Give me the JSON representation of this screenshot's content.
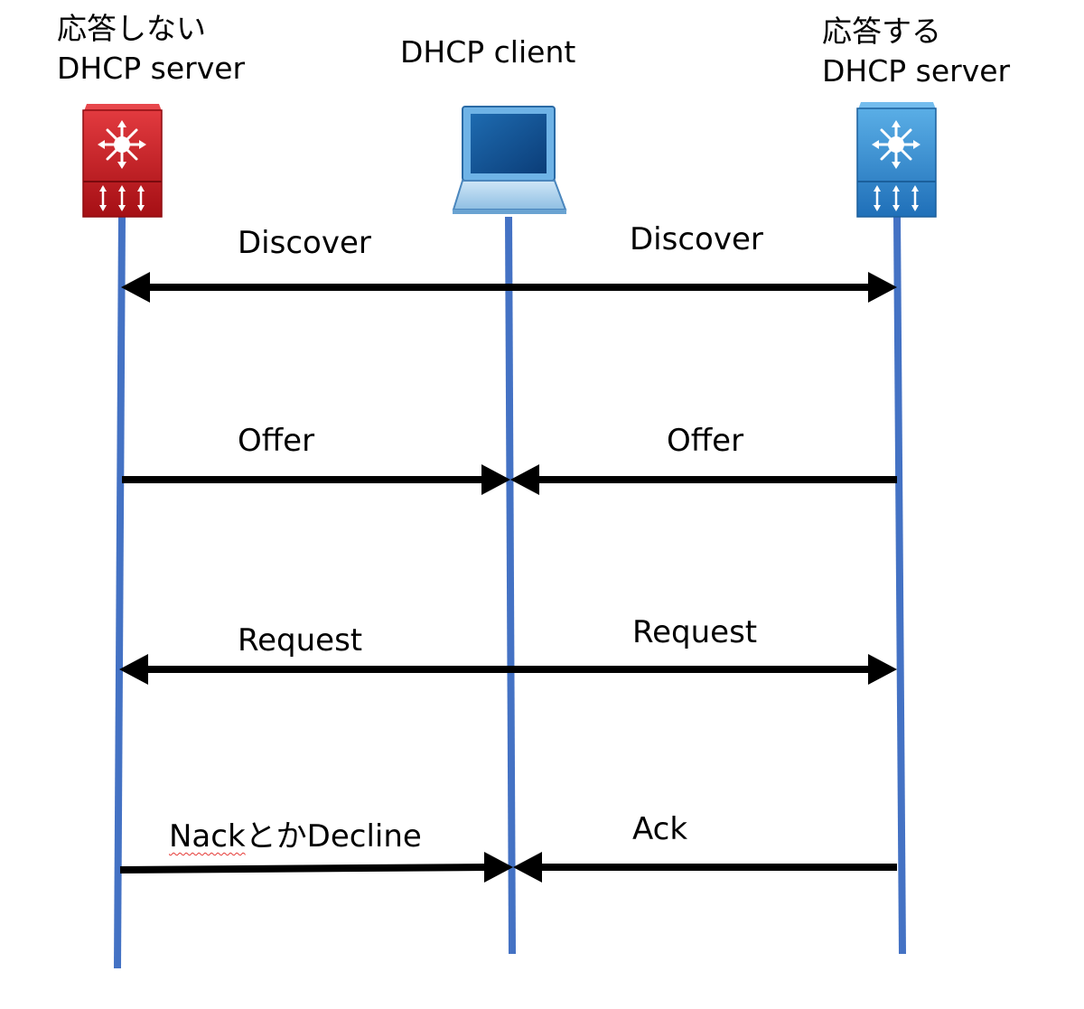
{
  "participants": {
    "left": {
      "label_line1": "応答しない",
      "label_line2": "DHCP server",
      "color": "#c8161d"
    },
    "center": {
      "label": "DHCP client",
      "color": "#2f7dbf"
    },
    "right": {
      "label_line1": "応答する",
      "label_line2": "DHCP server",
      "color": "#2f8ad0"
    }
  },
  "lifeline_color": "#4472c4",
  "arrow_color": "#000000",
  "messages": {
    "discover_left": "Discover",
    "discover_right": "Discover",
    "offer_left": "Offer",
    "offer_right": "Offer",
    "request_left": "Request",
    "request_right": "Request",
    "nack_word": "Nack",
    "nack_rest": "とかDecline",
    "ack": "Ack"
  }
}
